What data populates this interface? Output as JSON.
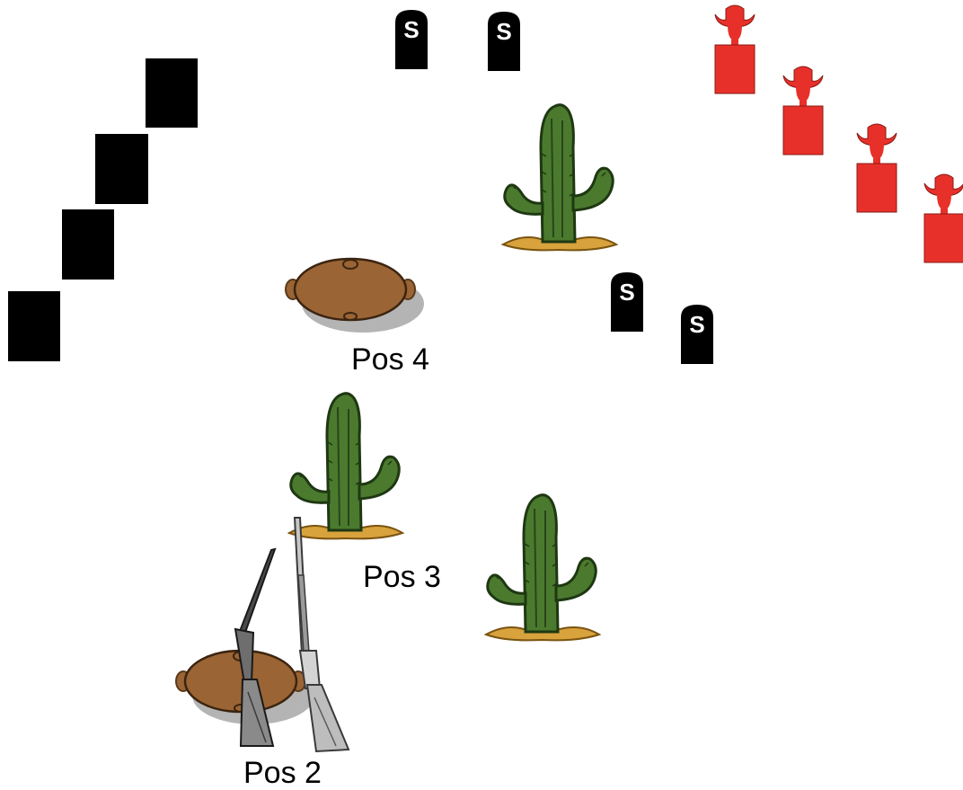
{
  "stage": {
    "position_labels": {
      "pos4": "Pos 4",
      "pos3": "Pos 3",
      "pos2": "Pos 2"
    },
    "steel_marker_letter": "S"
  },
  "colors": {
    "background": "#ffffff",
    "box_target": "#000000",
    "steel_marker": "#000000",
    "cowboy_target": "#e8302a",
    "cactus_green": "#4b7a2e",
    "cactus_dark": "#27451a",
    "barrel_brown": "#9a6434",
    "shadow_gray": "#b4b4b4",
    "rifle_steel": "#6e6e6e"
  },
  "icons": {
    "box_target": "black-rectangle-target-icon",
    "steel_marker": "tombstone-s-marker-icon",
    "cowboy_target": "red-cowboy-silhouette-icon",
    "cactus": "saguaro-cactus-icon",
    "barrel": "round-barrel-table-icon",
    "long_guns": "shotgun-and-rifle-icon"
  }
}
